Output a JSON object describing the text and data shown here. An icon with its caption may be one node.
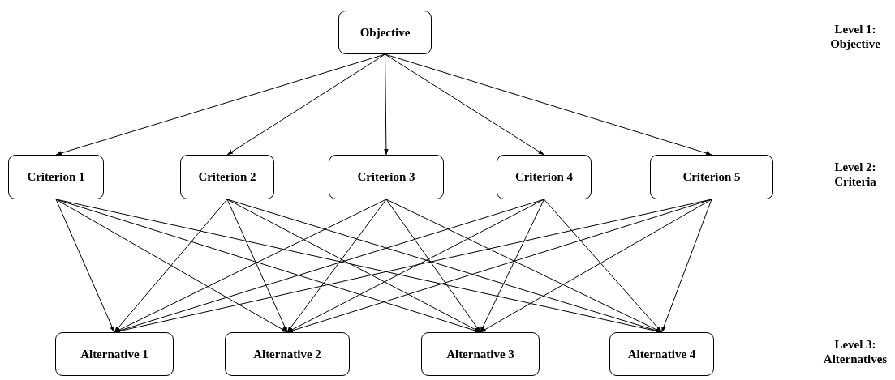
{
  "diagram": {
    "nodes": [
      {
        "text": [
          "Objective"
        ]
      },
      {
        "text": [
          "Criterion 1"
        ]
      },
      {
        "text": [
          "Criterion 2"
        ]
      },
      {
        "text": [
          "Criterion 3"
        ]
      },
      {
        "text": [
          "Criterion 4"
        ]
      },
      {
        "text": [
          "Criterion 5"
        ]
      },
      {
        "text": [
          "Alternative 1"
        ]
      },
      {
        "text": [
          "Alternative 2"
        ]
      },
      {
        "text": [
          "Alternative 3"
        ]
      },
      {
        "text": [
          "Alternative 4"
        ]
      }
    ],
    "edges": [
      {
        "from": 0,
        "to": 1,
        "arrow": "to"
      },
      {
        "from": 0,
        "to": 2,
        "arrow": "to"
      },
      {
        "from": 0,
        "to": 3,
        "arrow": "to"
      },
      {
        "from": 0,
        "to": 4,
        "arrow": "to"
      },
      {
        "from": 0,
        "to": 5,
        "arrow": "to"
      },
      {
        "from": 1,
        "to": 6,
        "arrow": "to"
      },
      {
        "from": 1,
        "to": 7,
        "arrow": "to"
      },
      {
        "from": 1,
        "to": 8,
        "arrow": "to"
      },
      {
        "from": 1,
        "to": 9,
        "arrow": "to"
      },
      {
        "from": 2,
        "to": 6,
        "arrow": "to"
      },
      {
        "from": 2,
        "to": 7,
        "arrow": "to"
      },
      {
        "from": 2,
        "to": 8,
        "arrow": "to"
      },
      {
        "from": 2,
        "to": 9,
        "arrow": "to"
      },
      {
        "from": 3,
        "to": 6,
        "arrow": "to"
      },
      {
        "from": 3,
        "to": 7,
        "arrow": "to"
      },
      {
        "from": 3,
        "to": 8,
        "arrow": "to"
      },
      {
        "from": 3,
        "to": 9,
        "arrow": "to"
      },
      {
        "from": 4,
        "to": 6,
        "arrow": "to"
      },
      {
        "from": 4,
        "to": 7,
        "arrow": "to"
      },
      {
        "from": 4,
        "to": 8,
        "arrow": "to"
      },
      {
        "from": 4,
        "to": 9,
        "arrow": "to"
      },
      {
        "from": 5,
        "to": 6,
        "arrow": "to"
      },
      {
        "from": 5,
        "to": 7,
        "arrow": "to"
      },
      {
        "from": 5,
        "to": 8,
        "arrow": "to"
      },
      {
        "from": 5,
        "to": 9,
        "arrow": "to"
      }
    ],
    "labels": [
      "Level 1: Objective",
      "Level 2: Criteria",
      "Level 3: Alternatives"
    ]
  }
}
